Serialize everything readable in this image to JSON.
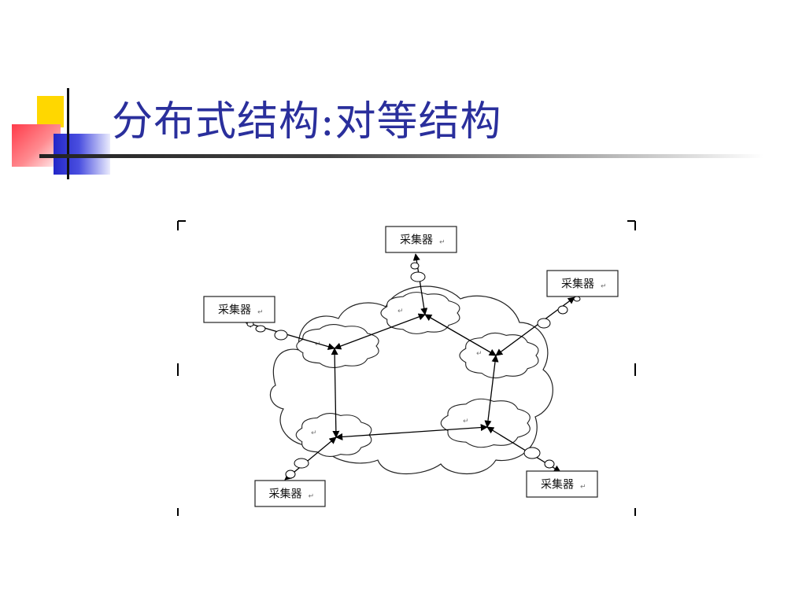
{
  "slide": {
    "title": "分布式结构:对等结构"
  },
  "diagram": {
    "collector_label": "采集器",
    "return_mark": "↵",
    "node_count": 5,
    "collector_count": 5
  }
}
